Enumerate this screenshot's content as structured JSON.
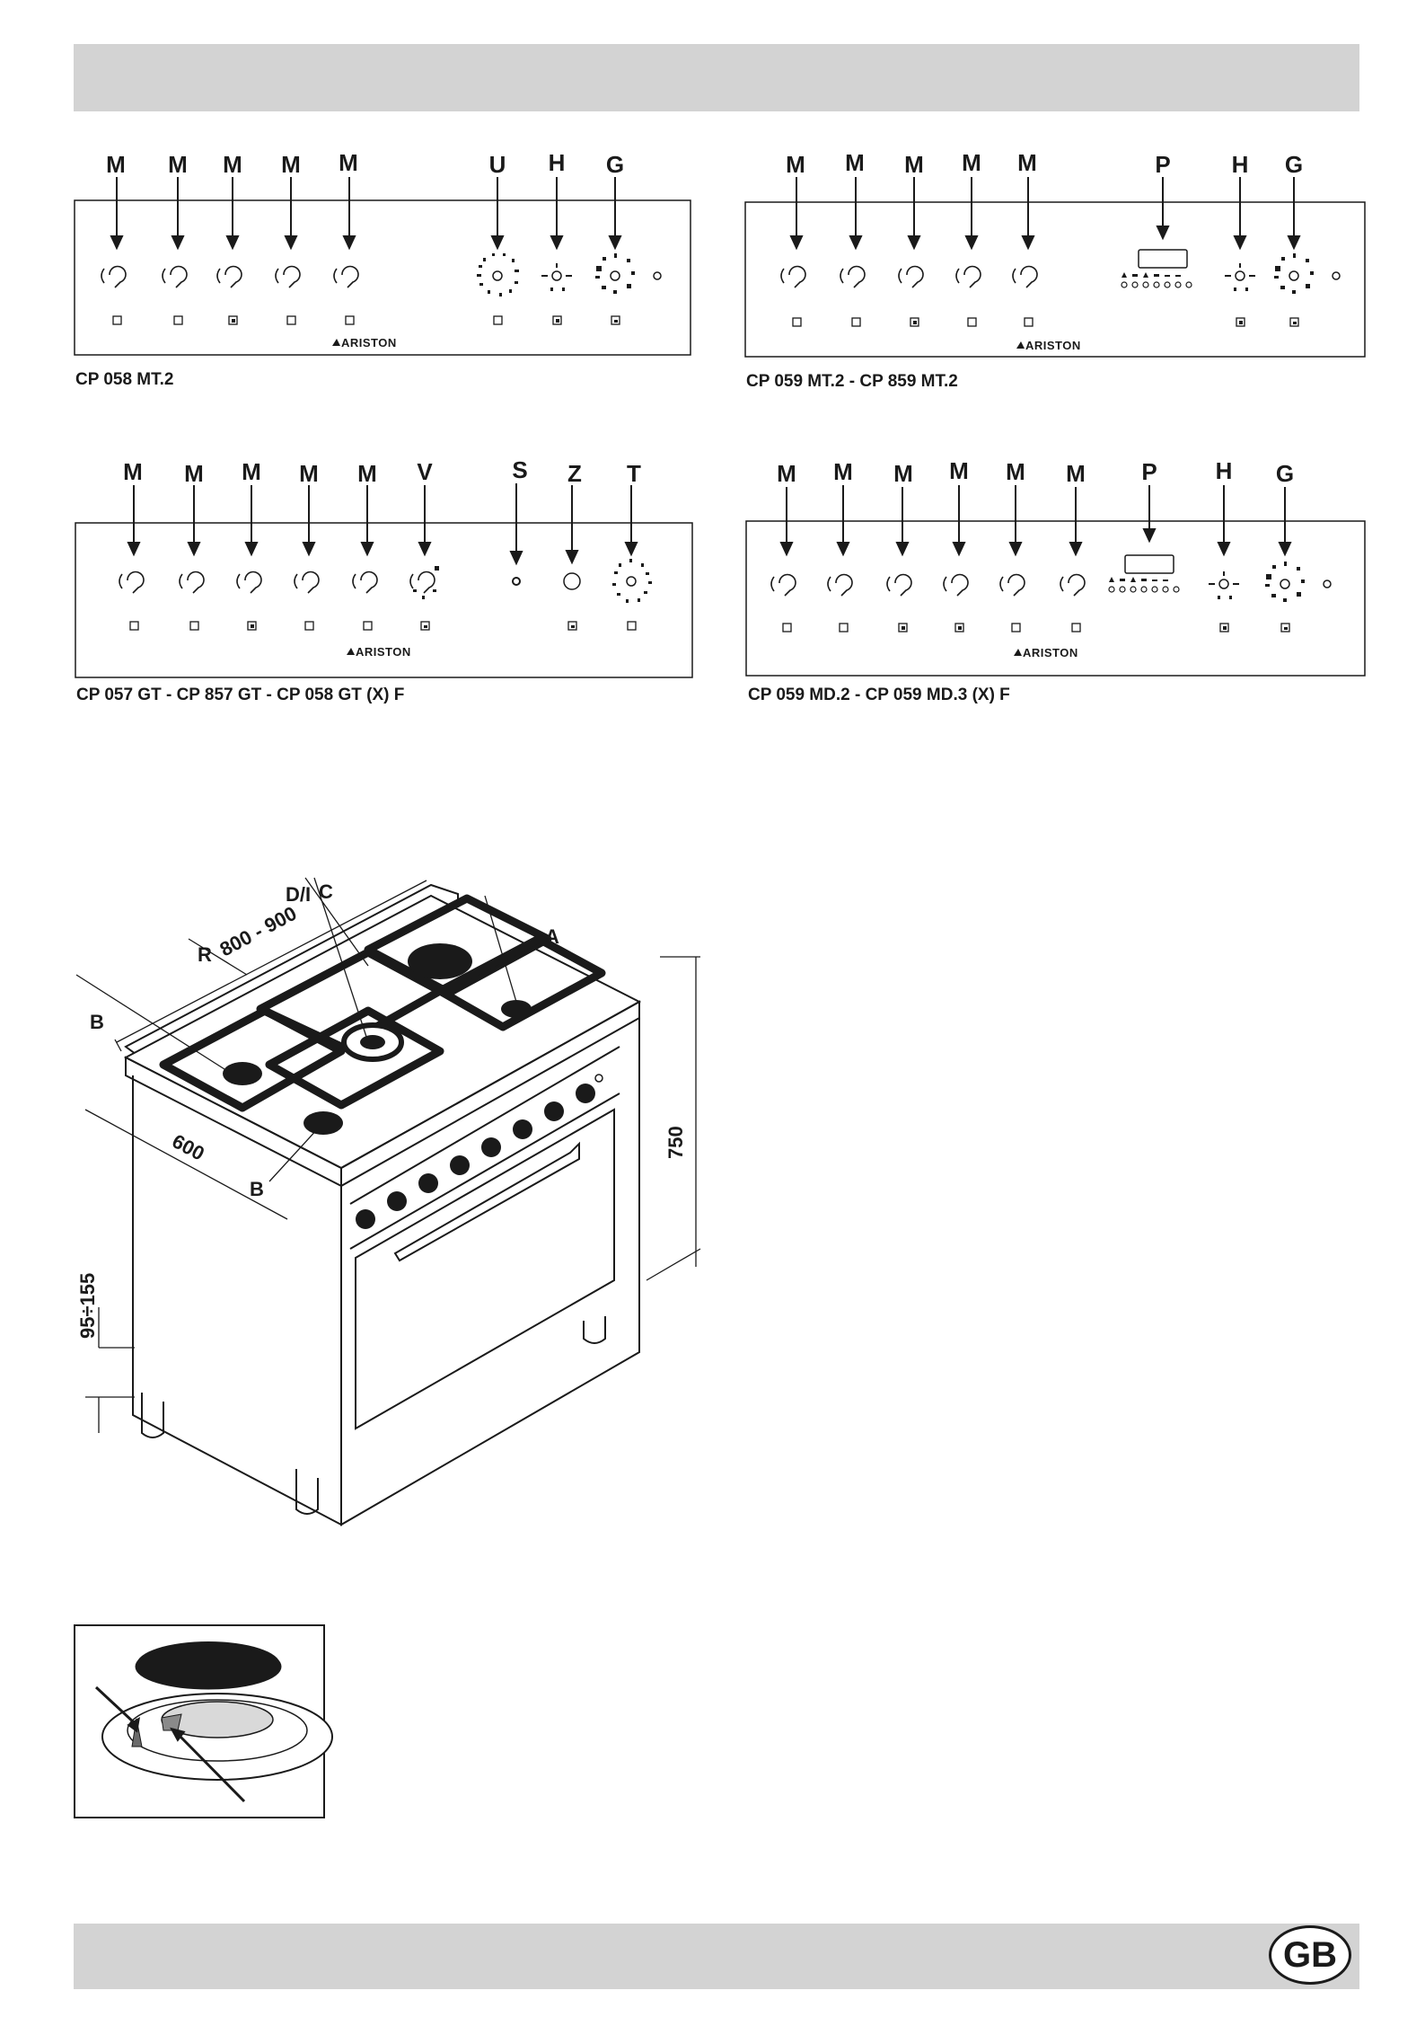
{
  "brand": "ARISTON",
  "panels": [
    {
      "caption": "CP 058 MT.2",
      "labels": [
        "M",
        "M",
        "M",
        "M",
        "M",
        "U",
        "H",
        "G"
      ]
    },
    {
      "caption": "CP 059 MT.2 - CP 859 MT.2",
      "labels": [
        "M",
        "M",
        "M",
        "M",
        "M",
        "P",
        "H",
        "G"
      ]
    },
    {
      "caption": "CP 057 GT - CP 857 GT - CP 058 GT (X) F",
      "labels": [
        "M",
        "M",
        "M",
        "M",
        "M",
        "V",
        "S",
        "Z",
        "T"
      ]
    },
    {
      "caption": "CP 059 MD.2 - CP 059 MD.3 (X) F",
      "labels": [
        "M",
        "M",
        "M",
        "M",
        "M",
        "M",
        "P",
        "H",
        "G"
      ]
    }
  ],
  "cooker_figure": {
    "labels": {
      "di_c": "D/I",
      "c": "C",
      "a": "A",
      "r": "R",
      "b_top": "B",
      "b_bottom": "B"
    },
    "dimensions": {
      "depth": "800 - 900",
      "width": "600",
      "height": "750",
      "feet": "95÷155"
    }
  },
  "language_badge": "GB"
}
